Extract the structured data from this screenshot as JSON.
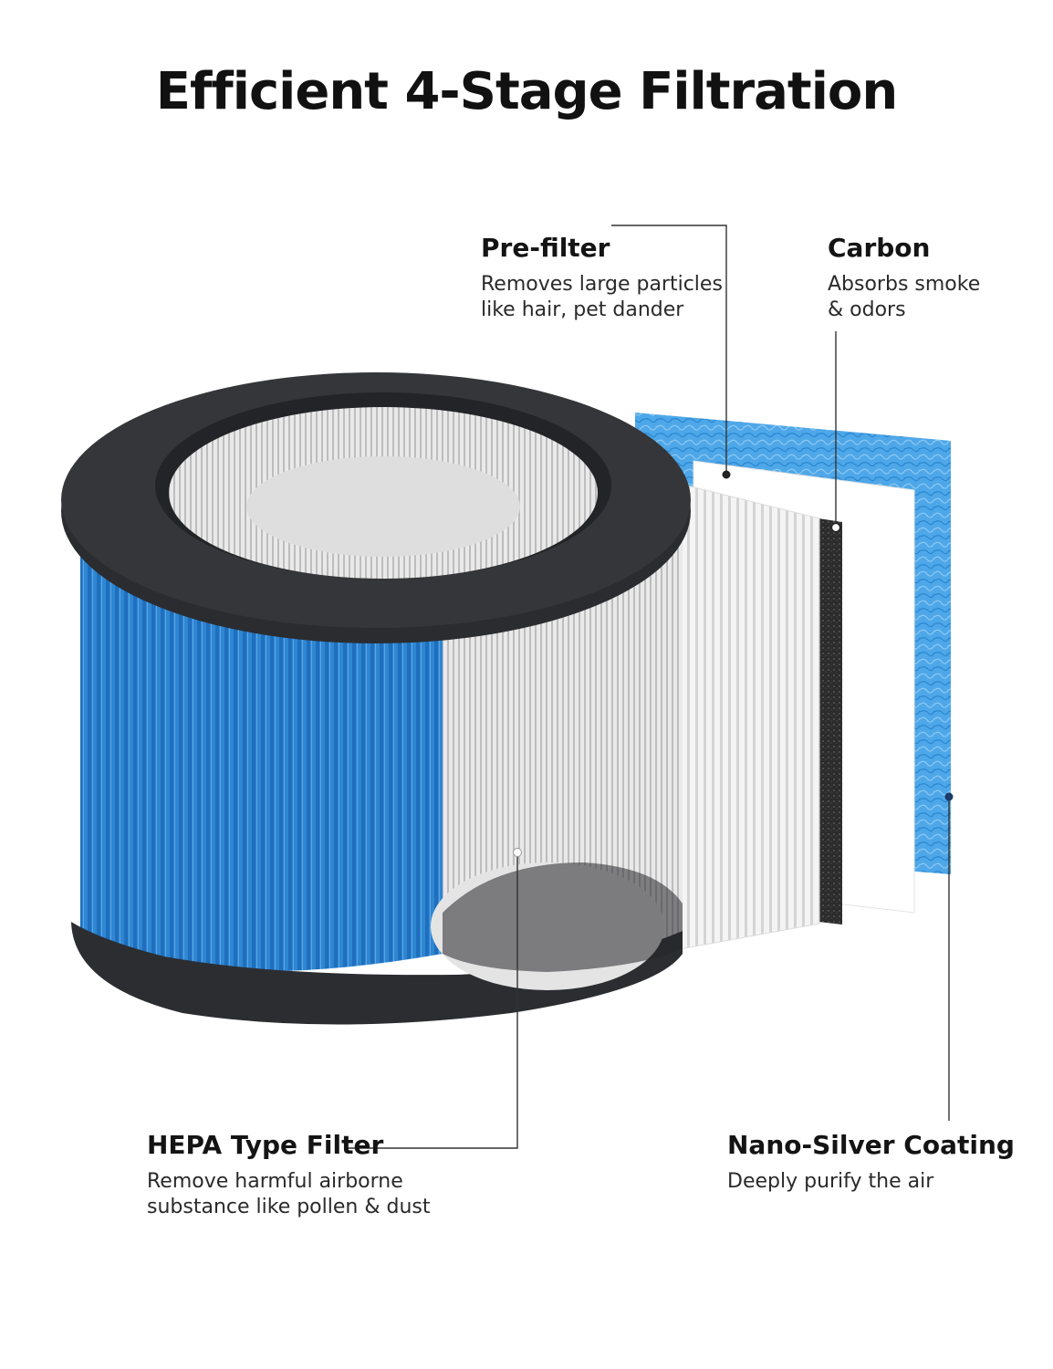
{
  "title": "Efficient 4-Stage Filtration",
  "callouts": {
    "prefilter": {
      "heading": "Pre-filter",
      "line1": "Removes large particles",
      "line2": "like hair, pet dander"
    },
    "carbon": {
      "heading": "Carbon",
      "line1": "Absorbs smoke",
      "line2": "& odors"
    },
    "hepa": {
      "heading": "HEPA Type Filter",
      "line1": "Remove harmful airborne",
      "line2": "substance like pollen & dust"
    },
    "nanosilver": {
      "heading": "Nano-Silver Coating",
      "line1": "Deeply purify the air"
    }
  },
  "colors": {
    "frame": "#2b2c30",
    "blue_layer": "#2e8ad6",
    "prefilter_blue": "#4aa3e6",
    "hepa_white": "#f2f2f2",
    "carbon": "#2a2a2a"
  }
}
